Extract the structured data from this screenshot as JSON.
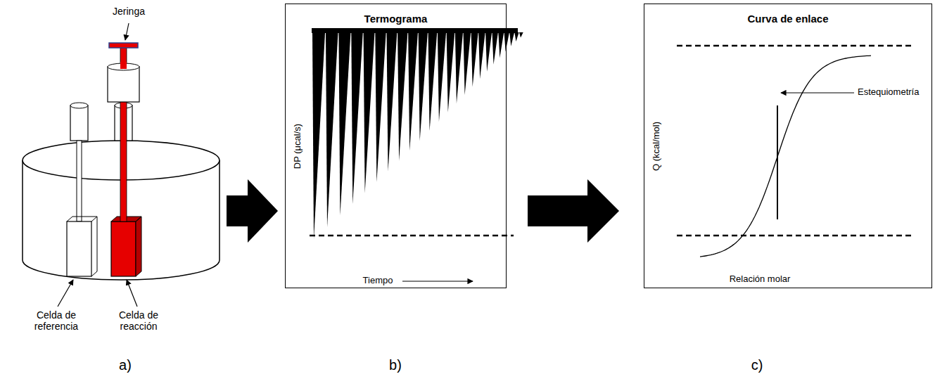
{
  "diagram": {
    "nodes": [
      {
        "text": [
          "Termograma"
        ]
      },
      {
        "text": [
          "Curva de enlace"
        ]
      }
    ],
    "edges": [
      {
        "from": 0,
        "to": 1,
        "arrow": "to"
      }
    ],
    "labels": [
      "Jeringa",
      "Celda de referencia",
      "Celda de reacción",
      "a)",
      "DP (μcal/s)",
      "Tiempo",
      "b)",
      "Q (kcal/mol)",
      "Relación molar",
      "Estequiometría",
      "c)"
    ]
  }
}
